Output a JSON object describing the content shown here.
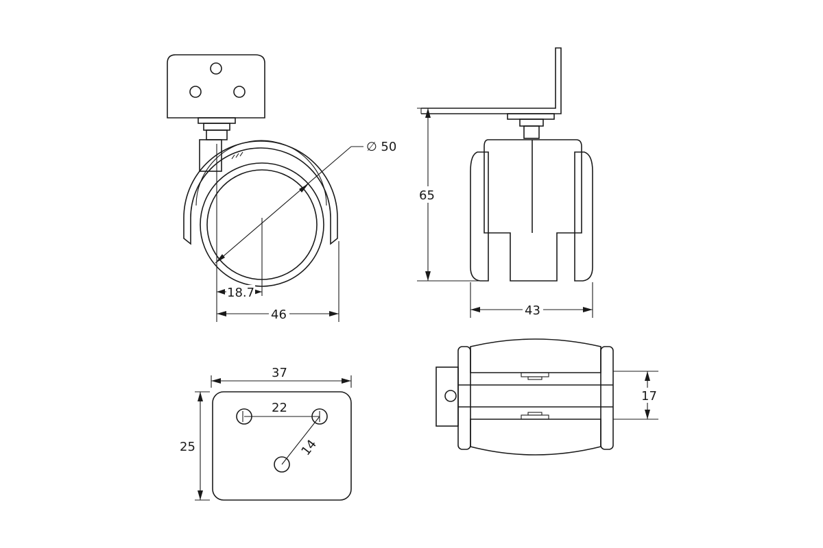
{
  "dimensions": {
    "wheel_diameter": "∅ 50",
    "offset": "18.7",
    "side_width": "46",
    "total_height": "65",
    "front_width": "43",
    "plate_width": "37",
    "plate_height": "25",
    "hole_spacing_horizontal": "22",
    "hole_spacing_diagonal": "14",
    "wheel_gap": "17"
  },
  "colors": {
    "line": "#1a1a1a",
    "background": "#ffffff"
  }
}
